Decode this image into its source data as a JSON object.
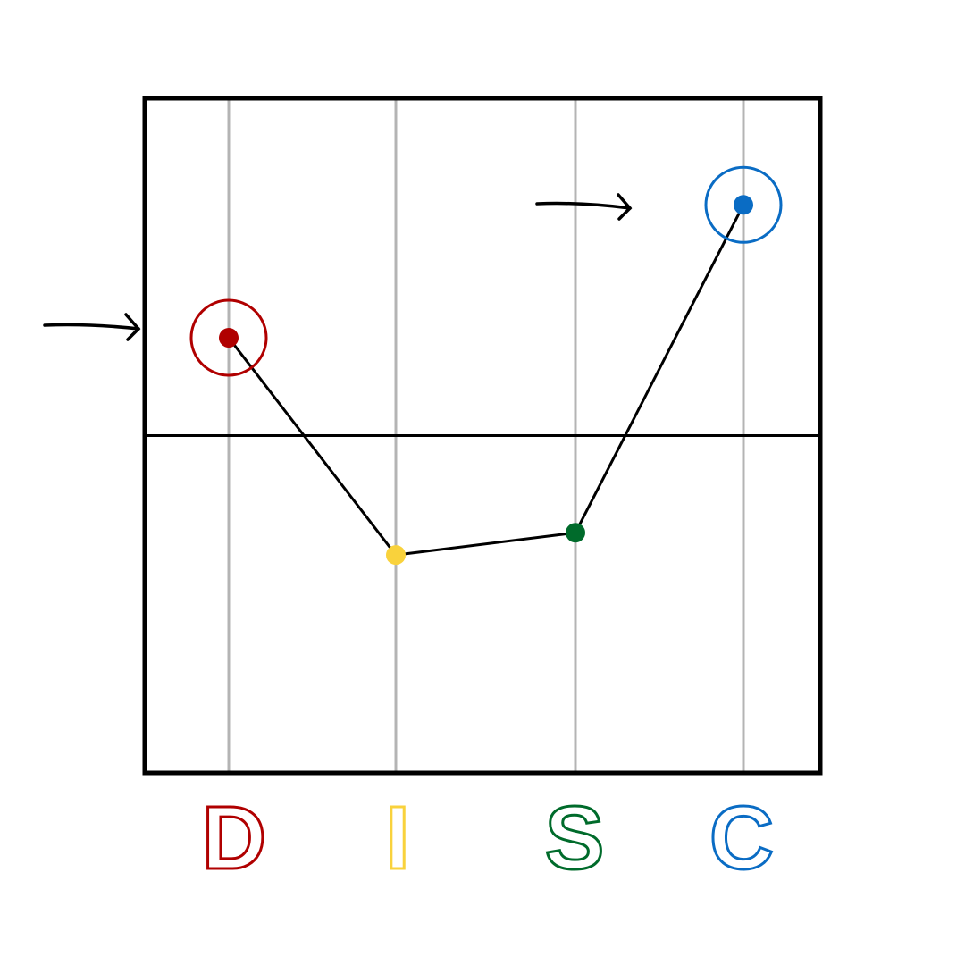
{
  "chart_data": {
    "type": "line",
    "title": "",
    "categories": [
      "D",
      "I",
      "S",
      "C"
    ],
    "values": [
      64.5,
      32.3,
      35.6,
      84.2
    ],
    "ylim": [
      0,
      100
    ],
    "midline": 50,
    "xlabel": "",
    "ylabel": "",
    "grid": "vertical",
    "legend": "none",
    "colors": {
      "D": "#b00000",
      "I": "#f9d23c",
      "S": "#006b2b",
      "C": "#0a6cc4"
    },
    "highlighted": [
      "D",
      "C"
    ],
    "annotations": [
      {
        "type": "arrow",
        "target": "D",
        "from": "left-outside"
      },
      {
        "type": "arrow",
        "target": "C",
        "from": "left-inside"
      }
    ]
  },
  "labels": {
    "d": "D",
    "i": "I",
    "s": "S",
    "c": "C"
  }
}
